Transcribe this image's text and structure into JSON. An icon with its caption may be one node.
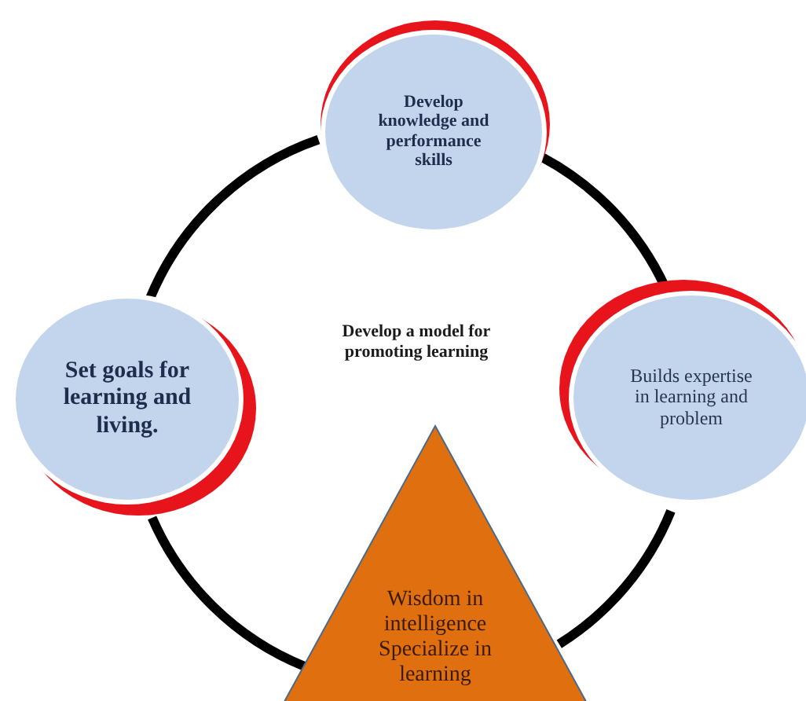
{
  "diagram": {
    "nodes": [
      {
        "text": [
          "Develop knowledge and performance skills"
        ]
      },
      {
        "text": [
          "Builds expertise in learning and problem"
        ]
      },
      {
        "text": [
          "Wisdom in intelligence Specialize in learning"
        ]
      },
      {
        "text": [
          "Set goals for learning and living."
        ]
      }
    ],
    "edges": [
      {
        "from": 0,
        "to": 1,
        "arrow": "none"
      },
      {
        "from": 1,
        "to": 2,
        "arrow": "none"
      },
      {
        "from": 2,
        "to": 3,
        "arrow": "none"
      },
      {
        "from": 3,
        "to": 0,
        "arrow": "none"
      }
    ],
    "labels": [
      "Develop a model for promoting learning"
    ]
  }
}
